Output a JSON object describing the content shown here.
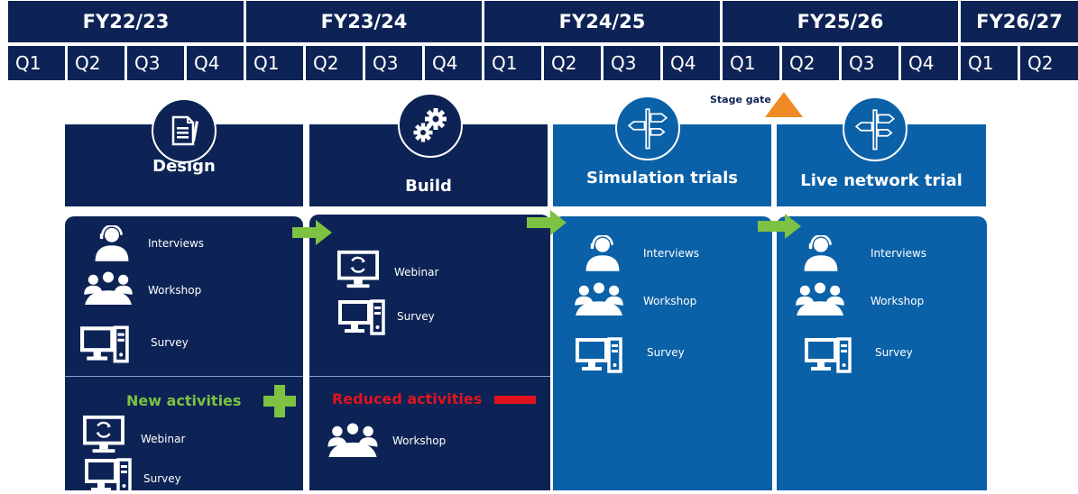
{
  "timeline": {
    "fiscal_years": [
      "FY22/23",
      "FY23/24",
      "FY24/25",
      "FY25/26",
      "FY26/27"
    ],
    "quarters": [
      "Q1",
      "Q2",
      "Q3",
      "Q4",
      "Q1",
      "Q2",
      "Q3",
      "Q4",
      "Q1",
      "Q2",
      "Q3",
      "Q4",
      "Q1",
      "Q2",
      "Q3",
      "Q4",
      "Q1",
      "Q2"
    ]
  },
  "stage_gate": {
    "label": "Stage gate",
    "color": "#f08a24"
  },
  "colors": {
    "navy": "#0d2355",
    "blue": "#0b61a7",
    "green": "#7dc242",
    "red": "#e0141e"
  },
  "phases": {
    "design": {
      "title": "Design",
      "icon": "document-edit-icon",
      "activities": [
        "Interviews",
        "Workshop",
        "Survey"
      ],
      "new_title": "New activities",
      "new_activities": [
        "Webinar",
        "Survey"
      ]
    },
    "build": {
      "title": "Build",
      "icon": "gears-icon",
      "activities": [
        "Webinar",
        "Survey"
      ],
      "reduced_title": "Reduced activities",
      "reduced_activities": [
        "Workshop"
      ]
    },
    "simulation": {
      "title": "Simulation trials",
      "icon": "signpost-icon",
      "activities": [
        "Interviews",
        "Workshop",
        "Survey"
      ]
    },
    "live": {
      "title": "Live network trial",
      "icon": "signpost-icon",
      "activities": [
        "Interviews",
        "Workshop",
        "Survey"
      ]
    }
  }
}
